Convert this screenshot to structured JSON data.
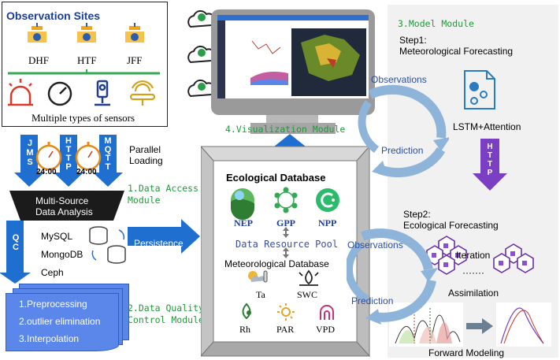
{
  "sites": {
    "title": "Observation Sites",
    "names": [
      "DHF",
      "HTF",
      "JFF"
    ],
    "sensors_caption": "Multiple types of sensors"
  },
  "access": {
    "protocols": [
      "JMS",
      "HTTP",
      "MQTT"
    ],
    "time_label": "24:00",
    "parallel_loading": [
      "Parallel",
      "Loading"
    ],
    "module_label": [
      "1.Data Access",
      "Module"
    ]
  },
  "analysis": {
    "title": [
      "Multi-Source",
      "Data Analysis"
    ],
    "qc": "QC",
    "stores": [
      "MySQL",
      "MongoDB",
      "Ceph"
    ],
    "persistence": "Persistence"
  },
  "quality": {
    "steps": [
      "1.Preprocessing",
      "2.outlier elimination",
      "3.Interpolation"
    ],
    "module_label": [
      "2.Data Quality",
      "Control Module"
    ]
  },
  "visualization": {
    "module_label": "4.Visualization Module"
  },
  "database": {
    "title": "Ecological Database",
    "products": [
      "NEP",
      "GPP",
      "NPP"
    ],
    "pool": "Data Resource Pool",
    "met_title": "Meteorological Database",
    "met_vars": [
      "Ta",
      "SWC",
      "Rh",
      "PAR",
      "VPD"
    ]
  },
  "model": {
    "module_label": "3.Model Module",
    "step1": [
      "Step1:",
      "Meteorological Forecasting"
    ],
    "lstm": "LSTM+Attention",
    "http": [
      "H",
      "T",
      "T",
      "P"
    ],
    "step2": [
      "Step2:",
      "Ecological Forecasting"
    ],
    "iteration": "Iteration",
    "dots": "·······",
    "assimilation": "Assimilation",
    "forward": "Forward Modeling"
  },
  "cycle": {
    "observations": "Observations",
    "prediction": "Prediction"
  },
  "colors": {
    "accent_blue": "#1f6fd1",
    "label_green": "#1f9b3a",
    "http_purple": "#7b3fc4",
    "panel_grey": "#f1f1f1"
  }
}
